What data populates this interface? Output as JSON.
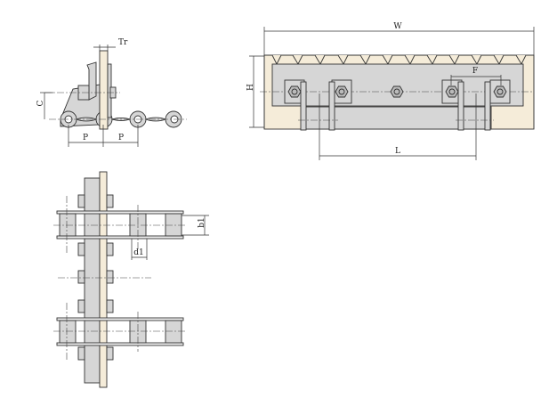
{
  "labels": {
    "width": "W",
    "height": "H",
    "pitch_f": "F",
    "length": "L",
    "plate_thickness": "Tr",
    "attachment_height": "C",
    "pitch_1": "P",
    "pitch_2": "P",
    "inner_width": "b1",
    "roller_diameter": "d1"
  },
  "colors": {
    "steel": "#d6d6d6",
    "wood": "#f5ecd9",
    "line": "#333333"
  }
}
